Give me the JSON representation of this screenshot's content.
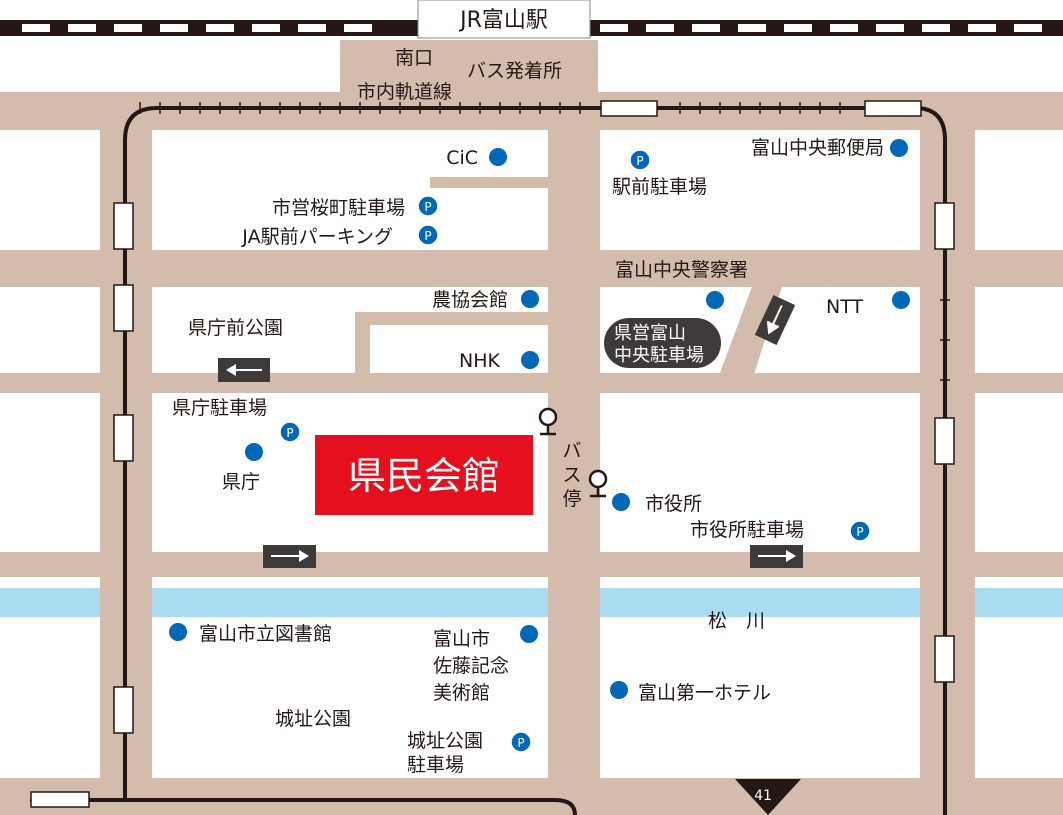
{
  "title": "県民会館",
  "station": "JR富山駅",
  "colors": {
    "road": "#d4bcad",
    "river": "#a9dcf0",
    "poi": "#0068b7",
    "highlight": "#e60f1e",
    "dark": "#3e3a39"
  },
  "labels": {
    "south_exit": "南口",
    "bus_terminal": "バス発着所",
    "tram_line": "市内軌道線",
    "cic": "CiC",
    "ekimae_parking": "駅前駐車場",
    "post_office": "富山中央郵便局",
    "sakuramachi_parking": "市営桜町駐車場",
    "ja_parking": "JA駅前パーキング",
    "police": "富山中央警察署",
    "nokyo": "農協会館",
    "ntt": "NTT",
    "kenei_parking": [
      "県営富山",
      "中央駐車場"
    ],
    "kencho_park": "県庁前公園",
    "nhk": "NHK",
    "kencho_parking": "県庁駐車場",
    "kencho": "県庁",
    "bus_stop": [
      "バ",
      "ス",
      "停"
    ],
    "city_hall": "市役所",
    "city_hall_parking": "市役所駐車場",
    "river": "松　川",
    "library": "富山市立図書館",
    "museum": [
      "富山市",
      "佐藤記念",
      "美術館"
    ],
    "hotel": "富山第一ホテル",
    "castle_park": "城址公園",
    "castle_parking": [
      "城址公園",
      "駐車場"
    ],
    "route": "41",
    "parking_symbol": "P"
  }
}
